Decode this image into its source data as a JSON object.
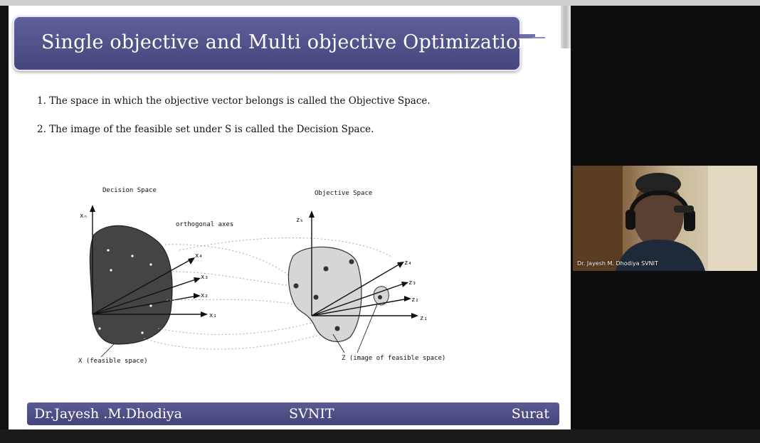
{
  "slide": {
    "title": "Single objective and Multi objective Optimization",
    "bullets": [
      "1.  The space in which the objective vector belongs is called the Objective Space.",
      "2.  The image of the feasible set under S is called the Decision Space."
    ],
    "figure": {
      "decision_space_label": "Decision Space",
      "objective_space_label": "Objective Space",
      "orthogonal_axes_label": "orthogonal axes",
      "feasible_space_label": "X (feasible space)",
      "image_label": "Z (image of feasible space)",
      "decision_axes": [
        "xₙ",
        "x₄",
        "x₃",
        "x₂",
        "x₁"
      ],
      "objective_axes": [
        "zₖ",
        "z₄",
        "z₃",
        "z₂",
        "z₁"
      ]
    },
    "footer": {
      "left": "Dr.Jayesh .M.Dhodiya",
      "center": "SVNIT",
      "right": "Surat"
    }
  },
  "webcam": {
    "name": "Dr. Jayesh M. Dhodiya SVNIT"
  },
  "colors": {
    "slide_accent": "#4e4e88",
    "feasible_fill": "#444444",
    "image_fill": "#d6d6d6"
  }
}
